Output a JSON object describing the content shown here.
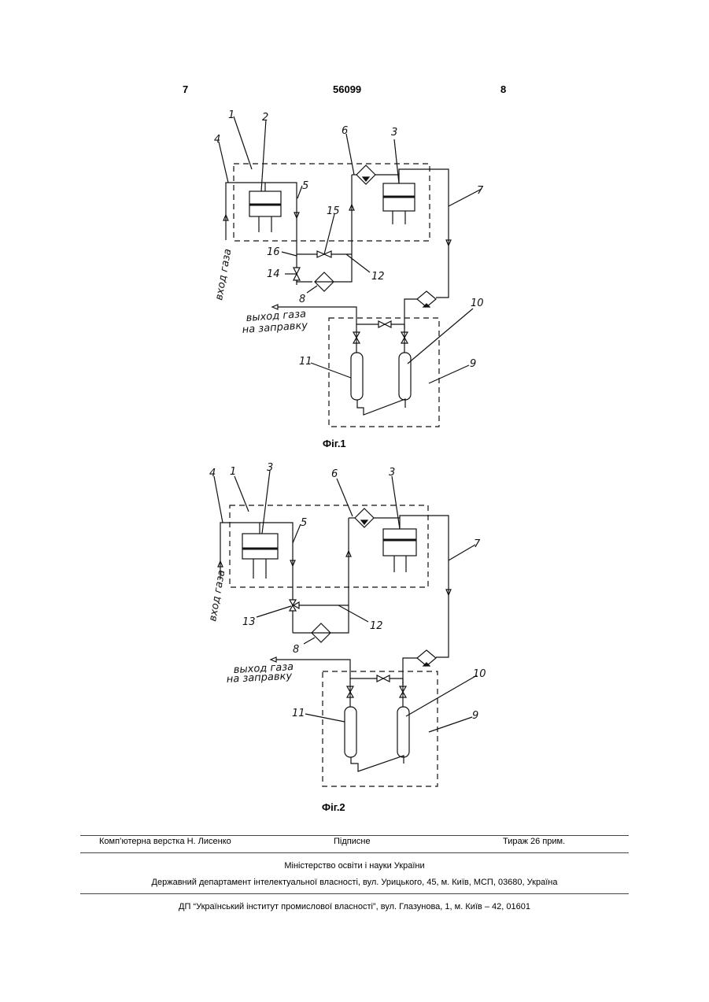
{
  "header": {
    "page_left": "7",
    "patent_number": "56099",
    "page_right": "8"
  },
  "figures": [
    {
      "caption": "Фіг.1",
      "labels": {
        "n1": "1",
        "n2": "2",
        "n3": "3",
        "n4": "4",
        "n5": "5",
        "n6": "6",
        "n7": "7",
        "n8": "8",
        "n9": "9",
        "n10": "10",
        "n11": "11",
        "n12": "12",
        "n14": "14",
        "n15": "15",
        "n16": "16"
      },
      "gas_inlet": "вход газа",
      "gas_outlet_line1": "выход газа",
      "gas_outlet_line2": "на заправку"
    },
    {
      "caption": "Фіг.2",
      "labels": {
        "n1": "1",
        "n3a": "3",
        "n3b": "3",
        "n4": "4",
        "n5": "5",
        "n6": "6",
        "n7": "7",
        "n8": "8",
        "n9": "9",
        "n10": "10",
        "n11": "11",
        "n12": "12",
        "n13": "13"
      },
      "gas_inlet": "вход газа",
      "gas_outlet_line1": "выход газа",
      "gas_outlet_line2": "на заправку"
    }
  ],
  "footer": {
    "layout": "Комп’ютерна верстка Н. Лисенко",
    "signed": "Підписне",
    "print_run": "Тираж 26 прим.",
    "ministry": "Міністерство освіти і науки України",
    "department": "Державний департамент інтелектуальної власності, вул. Урицького, 45, м. Київ, МСП, 03680, Україна",
    "institute": "ДП “Український інститут промислової власності”, вул. Глазунова, 1, м. Київ – 42, 01601"
  }
}
